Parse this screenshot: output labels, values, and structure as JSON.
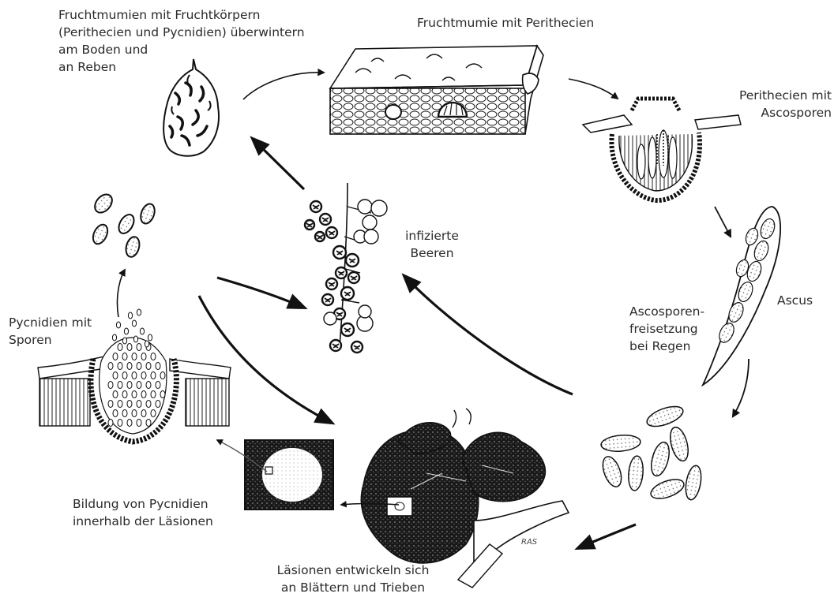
{
  "labels": {
    "mummies_overwinter": [
      "Fruchtmumien mit Fruchtkörpern",
      "(Perithecien und Pycnidien) überwintern",
      "am Boden und",
      "an Reben"
    ],
    "mummy_perithecia": [
      "Fruchtmumie mit Perithecien"
    ],
    "perithecia_ascospores": [
      "Perithecien mit",
      "Ascosporen"
    ],
    "ascus": [
      "Ascus"
    ],
    "ascospore_release": [
      "Ascosporen-",
      "freisetzung",
      "bei Regen"
    ],
    "infected_berries": [
      "infizierte",
      "Beeren"
    ],
    "pycnidia_spores": [
      "Pycnidien mit",
      "Sporen"
    ],
    "pycnidia_formation": [
      "Bildung von Pycnidien",
      "innerhalb der Läsionen"
    ],
    "lesions": [
      "Läsionen entwickeln sich",
      "an Blättern und Trieben"
    ]
  },
  "signature": "RAS"
}
